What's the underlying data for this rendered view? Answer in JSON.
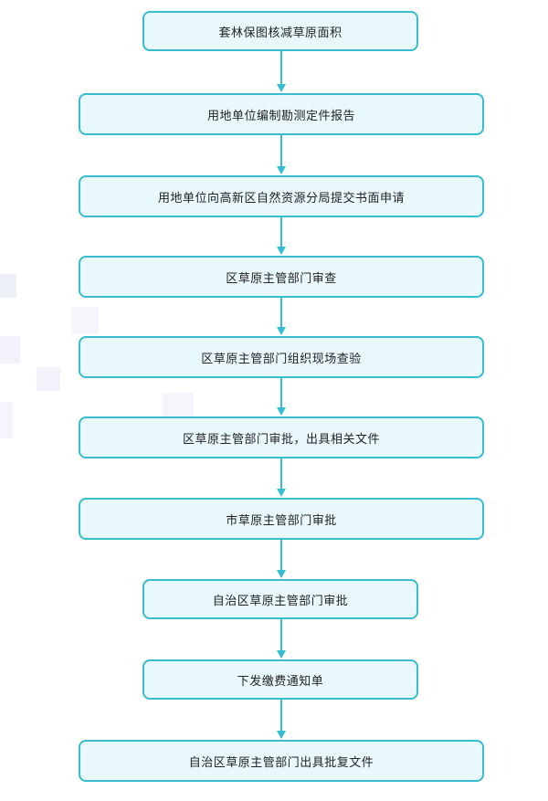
{
  "flowchart": {
    "steps": [
      "套林保图核减草原面积",
      "用地单位编制勘测定件报告",
      "用地单位向高新区自然资源分局提交书面申请",
      "区草原主管部门审查",
      "区草原主管部门组织现场查验",
      "区草原主管部门审批，出具相关文件",
      "市草原主管部门审批",
      "自治区草原主管部门审批",
      "下发缴费通知单",
      "自治区草原主管部门出具批复文件"
    ]
  },
  "colors": {
    "border": "#37bcd2",
    "fill": "#e8f8fb",
    "arrow": "#37bcd2",
    "text": "#222222"
  }
}
